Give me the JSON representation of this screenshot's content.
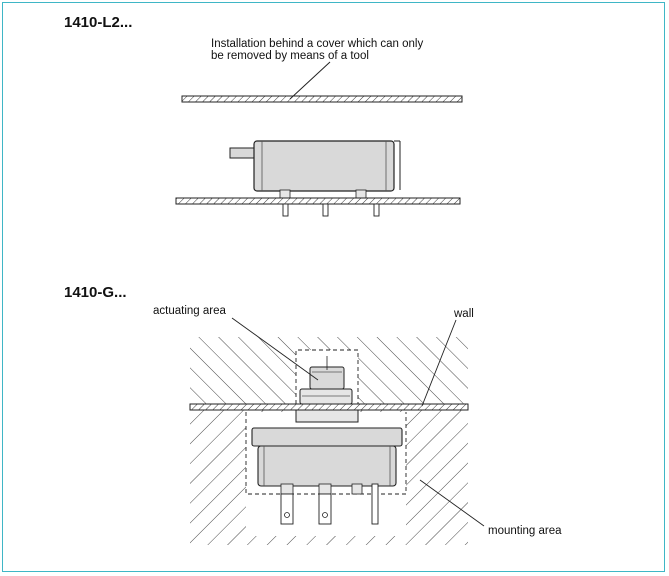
{
  "section_top": {
    "heading": "1410-L2...",
    "note_line1": "Installation behind a cover which can only",
    "note_line2": "be removed by means of a tool"
  },
  "section_bottom": {
    "heading": "1410-G...",
    "label_actuating": "actuating area",
    "label_wall": "wall",
    "label_mounting": "mounting area"
  },
  "colors": {
    "frame": "#3fb6c6",
    "body_fill": "#d9d9d9",
    "stroke": "#222222"
  }
}
